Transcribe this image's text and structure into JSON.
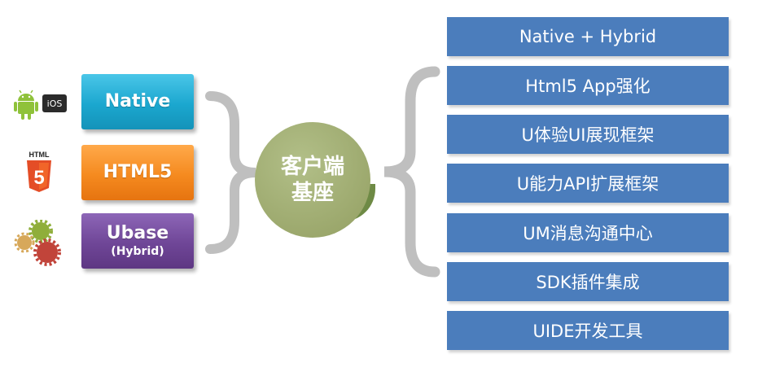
{
  "platforms": [
    {
      "label": "Native",
      "sub": ""
    },
    {
      "label": "HTML5",
      "sub": ""
    },
    {
      "label": "Ubase",
      "sub": "(Hybrid)"
    }
  ],
  "icons": {
    "android": "android-icon",
    "ios": "ios-icon",
    "ios_label": "iOS",
    "html5": "html5-logo-icon",
    "html5_caption": "HTML",
    "html5_digit": "5",
    "gears": "gears-icon"
  },
  "core": {
    "line1": "客户端",
    "line2": "基座"
  },
  "features": [
    "Native + Hybrid",
    "Html5 App强化",
    "U体验UI展现框架",
    "U能力API扩展框架",
    "UM消息沟通中心",
    "SDK插件集成",
    "UIDE开发工具"
  ],
  "colors": {
    "native": "#1ba7cf",
    "html5": "#f58a1f",
    "ubase": "#6f4697",
    "core": "#939f62",
    "feature": "#4b7dbc",
    "brace": "#bfbfbf"
  }
}
